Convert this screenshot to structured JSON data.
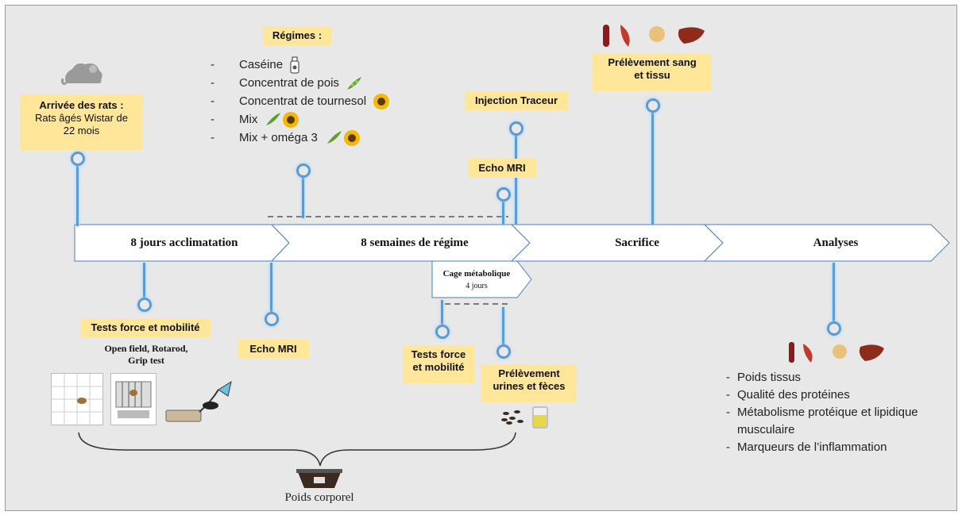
{
  "timeline": {
    "phases": [
      "8 jours acclimatation",
      "8 semaines de régime",
      "Sacrifice",
      "Analyses"
    ]
  },
  "arrival": {
    "title": "Arrivée des rats :",
    "line2": "Rats âgés Wistar de",
    "line3": "22 mois"
  },
  "diets": {
    "title": "Régimes :",
    "items": [
      "Caséine",
      "Concentrat de pois",
      "Concentrat de tournesol",
      "Mix",
      "Mix + oméga 3"
    ],
    "dash": "-"
  },
  "injection": "Injection Traceur",
  "echo_mri_top": "Echo MRI",
  "echo_mri_bottom": "Echo MRI",
  "sampling_blood": {
    "line1": "Prélèvement sang",
    "line2": "et tissu"
  },
  "tests_force": {
    "title": "Tests force et mobilité",
    "detail1": "Open field, Rotarod,",
    "detail2": "Grip test"
  },
  "tests_force_2": {
    "line1": "Tests force",
    "line2": "et mobilité"
  },
  "metabolic_cage": {
    "title": "Cage métabolique",
    "duration": "4 jours"
  },
  "sampling_urine": {
    "line1": "Prélèvement",
    "line2": "urines et fèces"
  },
  "analyses": {
    "items": [
      "Poids tissus",
      "Qualité des protéines",
      "Métabolisme protéique et lipidique",
      "musculaire",
      "Marqueurs de l’inflammation"
    ],
    "dash": "-"
  },
  "body_weight": "Poids corporel",
  "colors": {
    "accent": "#5b9bd5",
    "label_bg": "#ffe699",
    "background": "#e8e8e8"
  }
}
